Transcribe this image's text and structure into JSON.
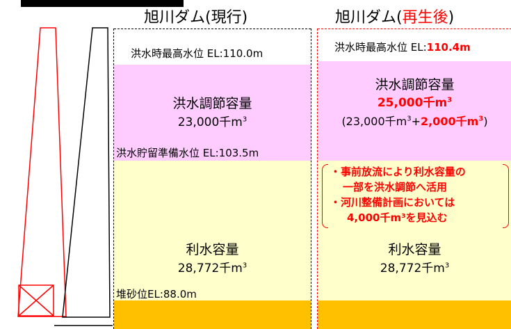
{
  "headers": {
    "current": "旭川ダム(現行)",
    "after_prefix": "旭川ダム(",
    "after_red": "再生後",
    "after_suffix": ")"
  },
  "current": {
    "flood_max_level": "洪水時最高水位 EL:110.0m",
    "flood_capacity_label": "洪水調節容量",
    "flood_capacity_value": "23,000千m",
    "flood_storage_level": "洪水貯留準備水位 EL:103.5m",
    "water_use_label": "利水容量",
    "water_use_value": "28,772千m",
    "sediment_level": "堆砂位EL:88.0m"
  },
  "after": {
    "flood_max_level_prefix": "洪水時最高水位 EL:",
    "flood_max_level_value": "110.4m",
    "flood_capacity_label": "洪水調節容量",
    "flood_capacity_value": "25,000千m",
    "breakdown_open": "(23,000千m",
    "breakdown_plus": "+",
    "breakdown_added": "2,000千m",
    "breakdown_close": ")",
    "note_lines": [
      "・事前放流により利水容量の",
      "一部を洪水調節へ活用",
      "・河川整備計画においては",
      "4,000千m³を見込む"
    ],
    "water_use_label": "利水容量",
    "water_use_value": "28,772千m"
  },
  "units": {
    "cubic": "3"
  },
  "colors": {
    "flood_zone": "#ffccff",
    "water_use_zone": "#ffffcc",
    "sediment_zone": "#ffc000",
    "highlight": "#ff0000"
  }
}
